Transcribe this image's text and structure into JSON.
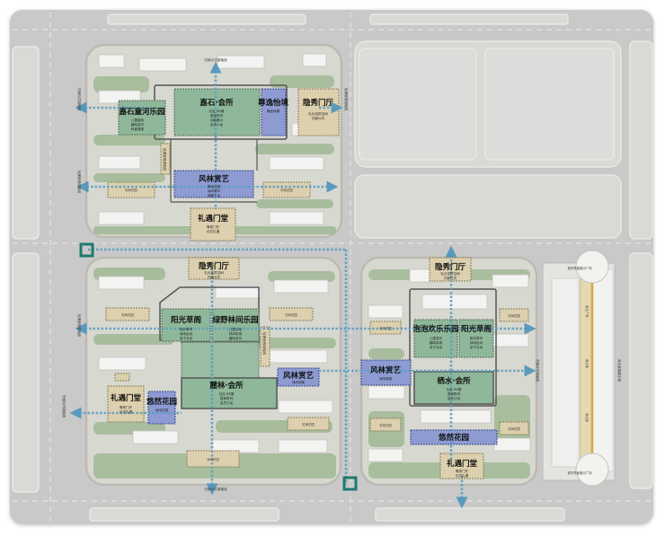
{
  "colors": {
    "road": "#c9c9c9",
    "block": "#d8d8d2",
    "green_zone": "#8fb89a",
    "blue_zone": "#8e9bd3",
    "tan_zone": "#ddd0ae",
    "axis": "#5b9fc2",
    "node": "#1f7a6e",
    "sidewalk": "#a4a19a"
  },
  "zones": {
    "jiashi_huisuo": {
      "title": "嘉石·会所",
      "lines": [
        "社区 RE展",
        "居家陈列",
        "功能展示",
        "会员沙龙"
      ]
    },
    "jiashi_garden": {
      "title": "嘉石童河乐园",
      "lines": [
        "儿童嬉戏",
        "趣味游乐",
        "科普课堂"
      ]
    },
    "north_yiyuan": {
      "title": "尊逸怡境",
      "lines": [
        "静谧休憩"
      ]
    },
    "north_yinxiu": {
      "title": "隐秀门厅",
      "lines": [
        "礼仪迎宾空间",
        "归家仪式"
      ]
    },
    "north_fenglin": {
      "title": "风林赏艺",
      "lines": [
        "静谧花园",
        "休闲草坪",
        "观景平台"
      ]
    },
    "north_liyu": {
      "title": "礼遇门堂",
      "lines": [
        "尊贵门厅",
        "仪式礼遇"
      ]
    },
    "west_yinxiu": {
      "title": "隐秀门厅",
      "lines": [
        "礼仪迎宾空间",
        "归家仪式"
      ]
    },
    "west_yangguang": {
      "title": "阳光草阁",
      "lines": [
        "阳光草坪",
        "休闲运动",
        "亲子互动"
      ]
    },
    "west_lvye": {
      "title": "绿野林间乐园",
      "lines": [
        "儿童活动",
        "林间探索",
        "趣味游乐"
      ]
    },
    "west_luxing": {
      "title": "麓林·会所",
      "lines": [
        "社区 RE展",
        "居家陈列",
        "会员沙龙"
      ]
    },
    "west_fenglin": {
      "title": "风林赏艺",
      "lines": [
        "休闲观景"
      ]
    },
    "west_liyu": {
      "title": "礼遇门堂",
      "lines": [
        "尊贵门厅",
        "仪式礼遇"
      ]
    },
    "west_youran": {
      "title": "悠然花园",
      "lines": [
        "休闲花园"
      ]
    },
    "east_yinxiu": {
      "title": "隐秀门厅",
      "lines": [
        "礼仪迎宾空间",
        "归家仪式"
      ]
    },
    "east_paopao": {
      "title": "泡泡欢乐乐园",
      "lines": [
        "儿童游乐",
        "趣味探索",
        "亲子互动"
      ]
    },
    "east_yangguang": {
      "title": "阳光草阁",
      "lines": [
        "阳光草坪",
        "休闲运动",
        "亲子互动"
      ]
    },
    "east_fenglin": {
      "title": "风林赏艺",
      "lines": [
        "休闲观景"
      ]
    },
    "east_qishui": {
      "title": "栖水·会所",
      "lines": [
        "社区 RE展",
        "居家陈列",
        "会员沙龙"
      ]
    },
    "east_youran": {
      "title": "悠然花园"
    },
    "east_liyu": {
      "title": "礼遇门堂",
      "lines": [
        "尊贵门厅",
        "仪式礼遇"
      ]
    }
  },
  "road_labels": {
    "north": "归家仪式感轴线",
    "south": "归家仪式感轴线",
    "west_upper": "归家仪式感轴线",
    "west_mid": "轻奢度假感轴线",
    "west_lower": "归家仪式感轴线",
    "west_block_mid": "轻奢度假感轴线",
    "east_right": "归家仪式感轴线",
    "east_far": "商业景观展示带",
    "north_vertical": "轻奢度假感轴线",
    "west_vertical": "轻奢度假感轴线"
  },
  "small_labels": {
    "n1": "宅间花园",
    "n2": "宅间花园",
    "w1": "宅间花园",
    "w2": "宅间花园",
    "w3": "宅间花园",
    "w4": "休闲花园",
    "e1": "宅间花园",
    "e2": "宅间花园",
    "e3": "宅间花园",
    "e4": "宅间花园",
    "e5": "商业广场",
    "e6": "商业街",
    "e7": "商业街",
    "e_top_circle": "城市界面展示广场",
    "e_bottom_circle": "城市界面展示广场"
  }
}
